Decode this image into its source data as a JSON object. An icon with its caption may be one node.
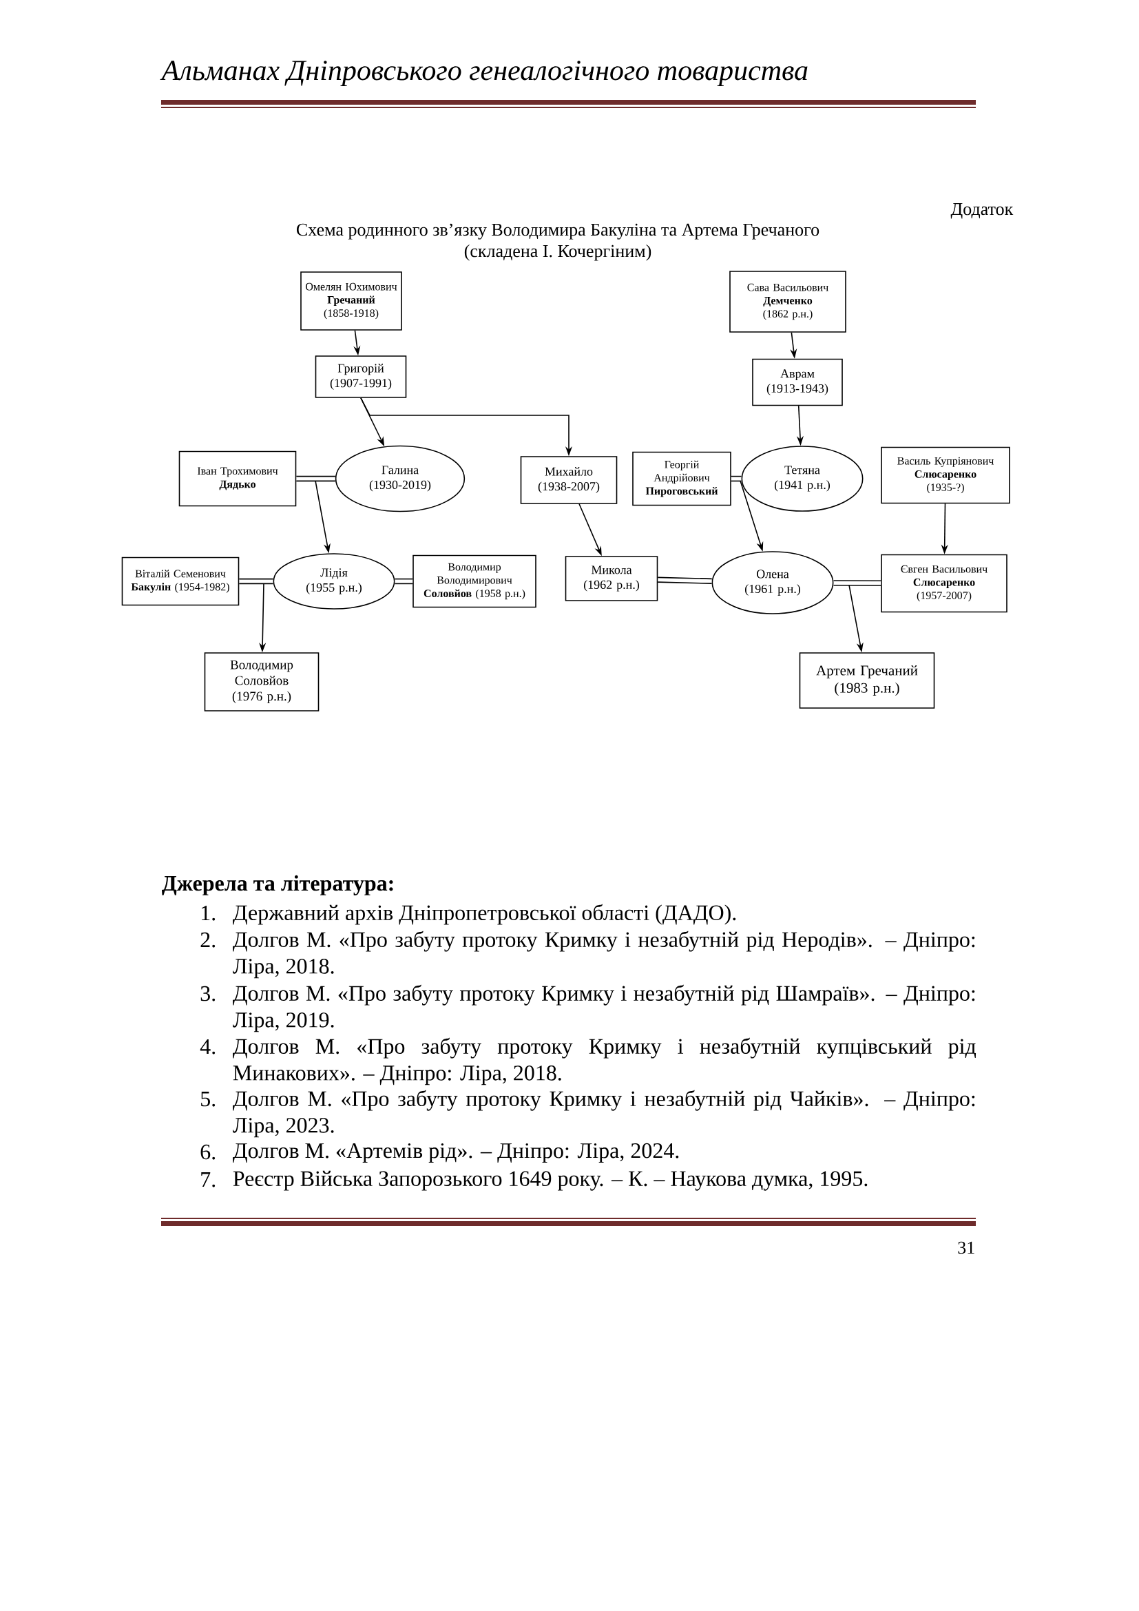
{
  "diagram": {
    "title": "Схема родинного зв’язку Володимира Бакуліна та Артема Гречаного",
    "nodes": [
      {
        "text": [
          "Омелян Юхимович **Гречаний**",
          "(1858-1918)"
        ]
      },
      {
        "text": [
          "Григорій",
          "(1907-1991)"
        ]
      },
      {
        "text": [
          "Сава Васильович **Демченко**",
          "(1862 р.н.)"
        ]
      },
      {
        "text": [
          "Аврам",
          "(1913-1943)"
        ]
      },
      {
        "text": [
          "Іван Трохимович **Дядько**"
        ]
      },
      {
        "text": [
          "Галина",
          "(1930-2019)"
        ]
      },
      {
        "text": [
          "Михайло",
          "(1938-2007)"
        ]
      },
      {
        "text": [
          "Георгій Андрійович **Пироговський**"
        ]
      },
      {
        "text": [
          "Тетяна",
          "(1941 р.н.)"
        ]
      },
      {
        "text": [
          "Василь Купріянович **Слюсаренко**",
          "(1935-?)"
        ]
      },
      {
        "text": [
          "Віталій Семенович **Бакулін** (1954-1982)"
        ]
      },
      {
        "text": [
          "Лідія",
          "(1955 р.н.)"
        ]
      },
      {
        "text": [
          "Володимир Володимирович **Соловйов** (1958 р.н.)"
        ]
      },
      {
        "text": [
          "Микола",
          "(1962 р.н.)"
        ]
      },
      {
        "text": [
          "Олена",
          "(1961 р.н.)"
        ]
      },
      {
        "text": [
          "Євген Васильович **Слюсаренко**",
          "(1957-2007)"
        ]
      },
      {
        "text": [
          "Володимир Соловйов",
          "(1976 р.н.)"
        ]
      },
      {
        "text": [
          "Артем Гречаний",
          "(1983 р.н.)"
        ]
      }
    ],
    "edges": [
      {
        "from": 0,
        "to": 1,
        "arrow": "to"
      },
      {
        "from": 1,
        "to": 5,
        "arrow": "to"
      },
      {
        "from": 1,
        "to": 6,
        "arrow": "to"
      },
      {
        "from": 2,
        "to": 3,
        "arrow": "to"
      },
      {
        "from": 3,
        "to": 8,
        "arrow": "to"
      },
      {
        "from": 4,
        "to": 5,
        "arrow": "none",
        "style": "thick"
      },
      {
        "from": 7,
        "to": 8,
        "arrow": "none",
        "style": "thick"
      },
      {
        "from": 4,
        "to": 11,
        "arrow": "to"
      },
      {
        "from": 5,
        "to": 11,
        "arrow": "to"
      },
      {
        "from": 7,
        "to": 14,
        "arrow": "to"
      },
      {
        "from": 8,
        "to": 14,
        "arrow": "to"
      },
      {
        "from": 6,
        "to": 13,
        "arrow": "to"
      },
      {
        "from": 9,
        "to": 15,
        "arrow": "to"
      },
      {
        "from": 10,
        "to": 11,
        "arrow": "none",
        "style": "thick"
      },
      {
        "from": 11,
        "to": 12,
        "arrow": "none",
        "style": "thick"
      },
      {
        "from": 13,
        "to": 14,
        "arrow": "none",
        "style": "thick"
      },
      {
        "from": 14,
        "to": 15,
        "arrow": "none",
        "style": "thick"
      },
      {
        "from": 10,
        "to": 16,
        "arrow": "to"
      },
      {
        "from": 11,
        "to": 16,
        "arrow": "to"
      },
      {
        "from": 14,
        "to": 17,
        "arrow": "to"
      },
      {
        "from": 15,
        "to": 17,
        "arrow": "to"
      }
    ],
    "labels": [
      "Альманах Дніпровського генеалогічного товариства",
      "Додаток",
      "(складена І. Кочергіним)",
      "Джерела та література:",
      "1.",
      "Державний архів Дніпропетровської області (ДАДО).",
      "2.",
      "Долгов М. «Про забуту протоку Кримку і незабутній рід Неродів». – Дніпро: Ліра, 2018.",
      "3.",
      "Долгов М. «Про забуту протоку Кримку і незабутній рід Шамраїв». – Дніпро: Ліра, 2019.",
      "4.",
      "Долгов М. «Про забуту протоку Кримку і незабутній купцівський рід Минакових». – Дніпро: Ліра, 2018.",
      "5.",
      "Долгов М. «Про забуту протоку Кримку і незабутній рід Чайків». – Дніпро: Ліра, 2023.",
      "6.",
      "Долгов М. «Артемів рід». – Дніпро: Ліра, 2024.",
      "7.",
      "Реєстр Війська Запорозького 1649 року. – К. – Наукова думка, 1995.",
      "31"
    ]
  }
}
